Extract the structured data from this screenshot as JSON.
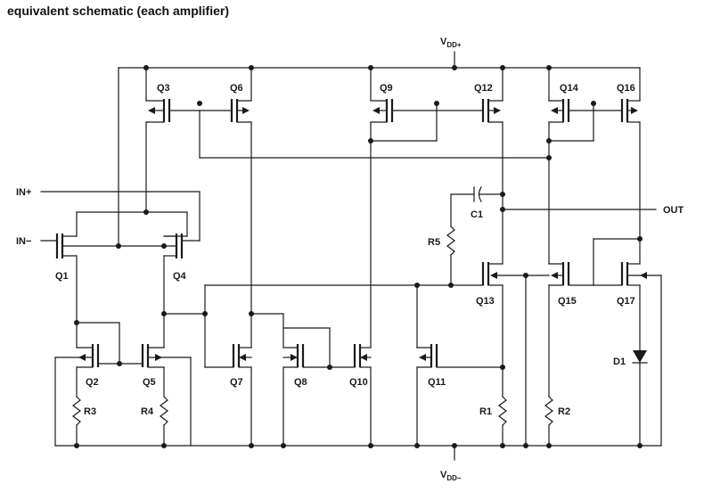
{
  "title": "equivalent schematic (each amplifier)",
  "rails": {
    "vdd_plus": "V",
    "vdd_plus_sub": "DD+",
    "vdd_minus": "V",
    "vdd_minus_sub": "DD−"
  },
  "pins": {
    "in_plus": "IN+",
    "in_minus": "IN−",
    "out": "OUT"
  },
  "transistors": {
    "q1": "Q1",
    "q2": "Q2",
    "q3": "Q3",
    "q4": "Q4",
    "q5": "Q5",
    "q6": "Q6",
    "q7": "Q7",
    "q8": "Q8",
    "q9": "Q9",
    "q10": "Q10",
    "q11": "Q11",
    "q12": "Q12",
    "q13": "Q13",
    "q14": "Q14",
    "q15": "Q15",
    "q16": "Q16",
    "q17": "Q17"
  },
  "passives": {
    "r1": "R1",
    "r2": "R2",
    "r3": "R3",
    "r4": "R4",
    "r5": "R5",
    "c1": "C1",
    "d1": "D1"
  }
}
